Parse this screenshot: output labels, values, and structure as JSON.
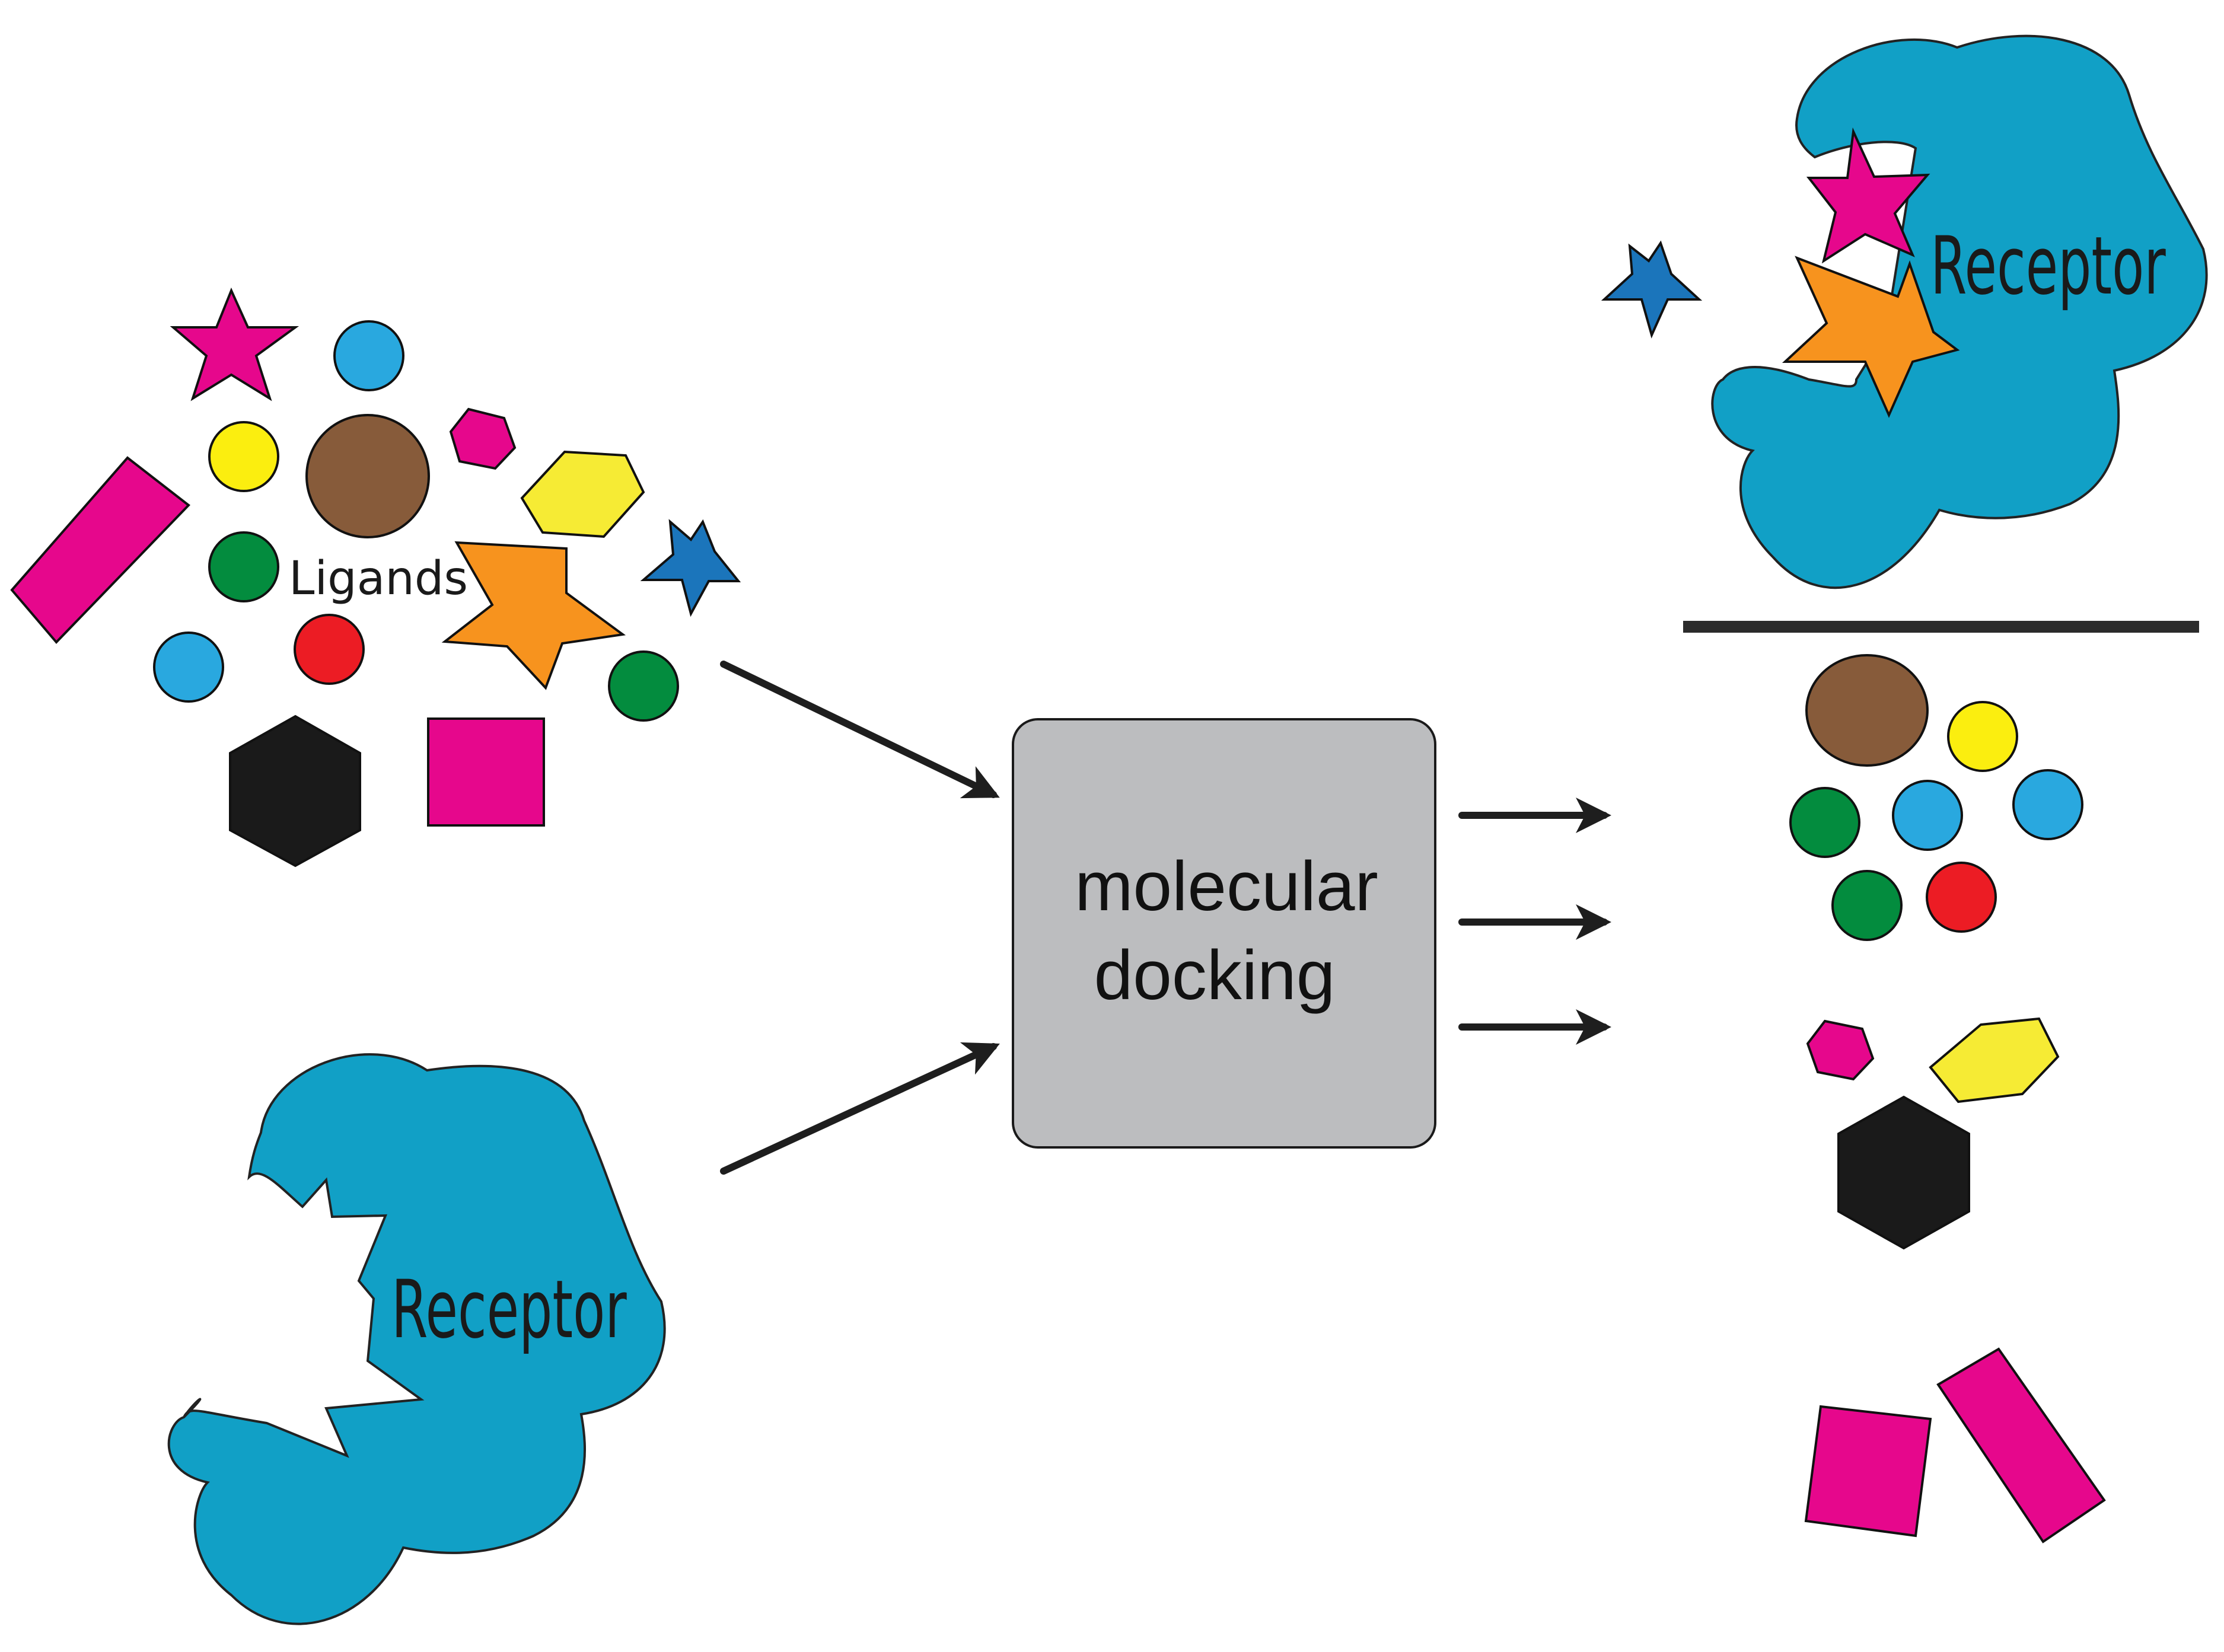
{
  "labels": {
    "ligands": "Ligands",
    "receptor_input": "Receptor",
    "receptor_output": "Receptor",
    "process_line1": "molecular",
    "process_line2": "docking"
  },
  "colors": {
    "receptor": "#11a0c6",
    "magenta": "#e6078c",
    "cyan": "#29a8df",
    "yellow": "#fbee0f",
    "brown": "#875b3a",
    "green": "#038c3e",
    "red": "#ec1c24",
    "orange": "#f7931e",
    "blue": "#1b75bb",
    "black": "#1a1a1a",
    "process_box": "#bcbdbf"
  }
}
